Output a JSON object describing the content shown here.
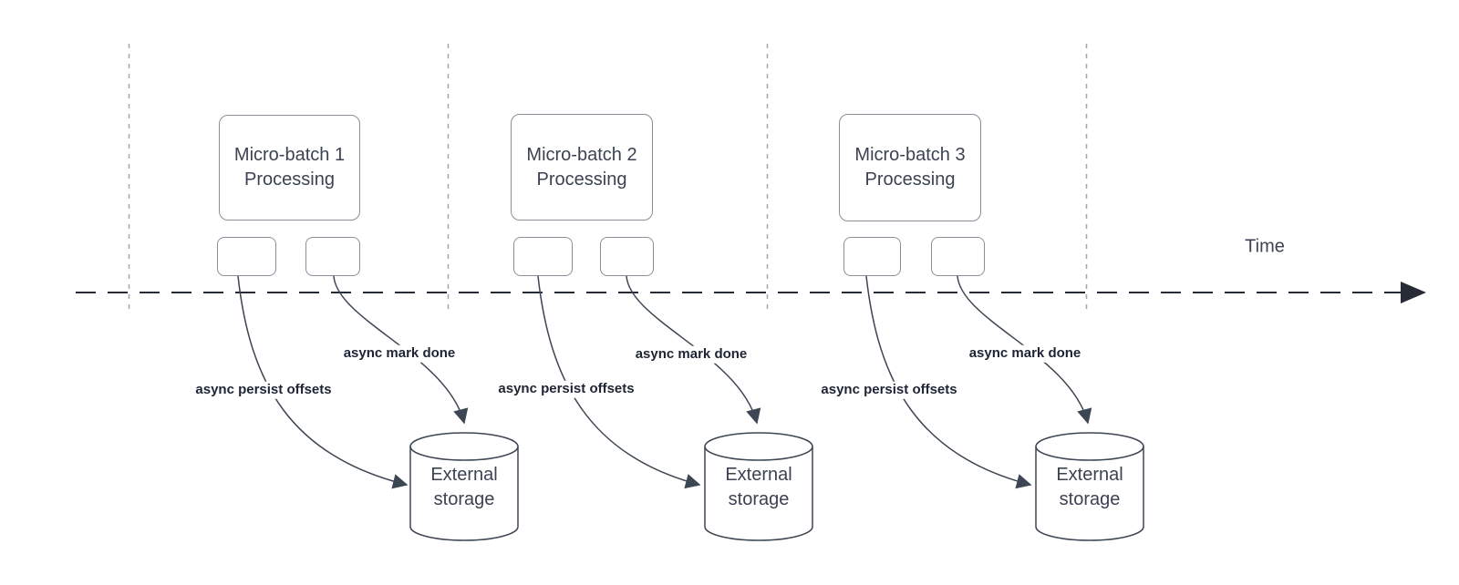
{
  "diagram": {
    "time_label": "Time",
    "segments": [
      {
        "batch_title_line1": "Micro-batch 1",
        "batch_title_line2": "Processing",
        "persist_label": "async persist offsets",
        "mark_label": "async mark done",
        "storage_line1": "External",
        "storage_line2": "storage"
      },
      {
        "batch_title_line1": "Micro-batch 2",
        "batch_title_line2": "Processing",
        "persist_label": "async persist offsets",
        "mark_label": "async mark done",
        "storage_line1": "External",
        "storage_line2": "storage"
      },
      {
        "batch_title_line1": "Micro-batch 3",
        "batch_title_line2": "Processing",
        "persist_label": "async persist offsets",
        "mark_label": "async mark done",
        "storage_line1": "External",
        "storage_line2": "storage"
      }
    ],
    "colors": {
      "background": "#ffffff",
      "connector": "#3d4653",
      "shape_border": "#8a9099",
      "divider_dash": "#a6a6a6",
      "time_axis": "#262b36",
      "annotation_text": "#1d2433",
      "shape_text": "#3b4252"
    }
  }
}
